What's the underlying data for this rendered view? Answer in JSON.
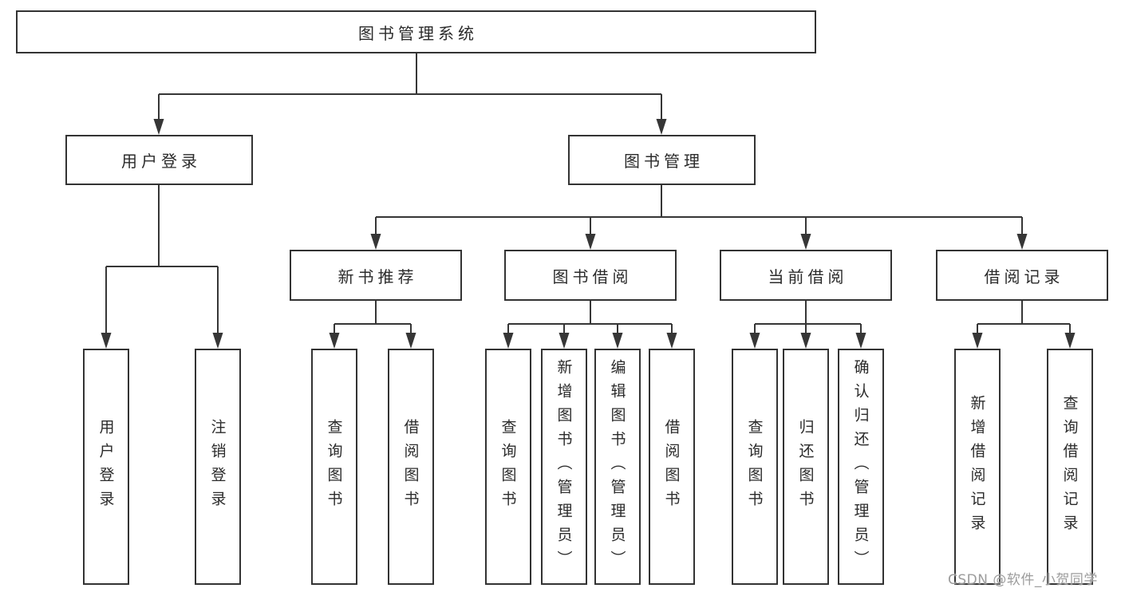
{
  "tree": {
    "root": {
      "label": "图书管理系统"
    },
    "branches": [
      {
        "label": "用户登录",
        "children": [
          {
            "label": "用户登录"
          },
          {
            "label": "注销登录"
          }
        ]
      },
      {
        "label": "图书管理",
        "children": [
          {
            "label": "新书推荐",
            "children": [
              {
                "label": "查询图书"
              },
              {
                "label": "借阅图书"
              }
            ]
          },
          {
            "label": "图书借阅",
            "children": [
              {
                "label": "查询图书"
              },
              {
                "label": "新增图书（管理员）"
              },
              {
                "label": "编辑图书（管理员）"
              },
              {
                "label": "借阅图书"
              }
            ]
          },
          {
            "label": "当前借阅",
            "children": [
              {
                "label": "查询图书"
              },
              {
                "label": "归还图书"
              },
              {
                "label": "确认归还（管理员）"
              }
            ]
          },
          {
            "label": "借阅记录",
            "children": [
              {
                "label": "新增借阅记录"
              },
              {
                "label": "查询借阅记录"
              }
            ]
          }
        ]
      }
    ]
  },
  "watermark": {
    "text": "CSDN @软件_小贺同学"
  },
  "colors": {
    "line": "#363636",
    "border": "#333333",
    "text": "#2b2b2b",
    "watermark": "#9c9c9c",
    "background": "#ffffff"
  }
}
